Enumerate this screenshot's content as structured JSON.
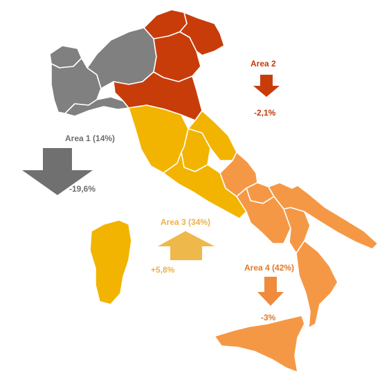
{
  "map": {
    "areas": [
      {
        "id": "area1",
        "label": "Area 1 (14%)",
        "change": "-19,6%",
        "direction": "down",
        "color": "#808080",
        "arrow_color": "#707070",
        "label_color": "#6e6e6e"
      },
      {
        "id": "area2",
        "label": "Area 2",
        "change": "-2,1%",
        "direction": "down",
        "color": "#c83c0a",
        "arrow_color": "#c83c0a",
        "label_color": "#c23a08"
      },
      {
        "id": "area3",
        "label": "Area 3 (34%)",
        "change": "+5,8%",
        "direction": "up",
        "color": "#f2b400",
        "arrow_color": "#efb84a",
        "label_color": "#e9b24a"
      },
      {
        "id": "area4",
        "label": "Area 4 (42%)",
        "change": "-3%",
        "direction": "down",
        "color": "#f59845",
        "arrow_color": "#f08a3c",
        "label_color": "#e0782a"
      }
    ]
  }
}
